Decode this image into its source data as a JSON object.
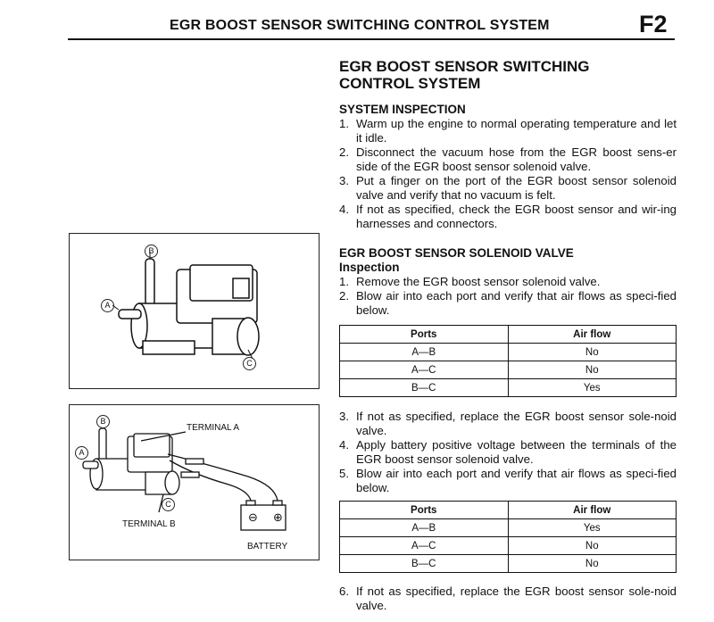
{
  "header": {
    "title": "EGR BOOST SENSOR SWITCHING CONTROL SYSTEM",
    "code": "F2"
  },
  "section": {
    "title_line1": "EGR BOOST SENSOR SWITCHING",
    "title_line2": "CONTROL SYSTEM"
  },
  "system_inspection": {
    "heading": "SYSTEM INSPECTION",
    "steps": [
      "Warm up the engine to normal operating temperature and let it idle.",
      "Disconnect the vacuum hose from the EGR boost sens-er side of the EGR boost sensor solenoid valve.",
      "Put a finger on the port of the EGR boost sensor solenoid valve and verify that no vacuum is felt.",
      "If not as specified, check the EGR boost sensor and wir-ing harnesses and connectors."
    ]
  },
  "solenoid_valve": {
    "heading": "EGR BOOST SENSOR SOLENOID VALVE",
    "subheading": "Inspection",
    "steps_a": [
      "Remove the EGR boost sensor solenoid valve.",
      "Blow air into each port and verify that air flows as speci-fied below."
    ],
    "steps_b": [
      "If not as specified, replace the EGR boost sensor sole-noid valve.",
      "Apply battery positive voltage between the terminals of the EGR boost sensor solenoid valve.",
      "Blow air into each port and verify that air flows as speci-fied below."
    ],
    "steps_c": [
      "If not as specified, replace the EGR boost sensor sole-noid valve."
    ]
  },
  "table1": {
    "headers": [
      "Ports",
      "Air flow"
    ],
    "rows": [
      [
        "A—B",
        "No"
      ],
      [
        "A—C",
        "No"
      ],
      [
        "B—C",
        "Yes"
      ]
    ]
  },
  "table2": {
    "headers": [
      "Ports",
      "Air flow"
    ],
    "rows": [
      [
        "A—B",
        "Yes"
      ],
      [
        "A—C",
        "No"
      ],
      [
        "B—C",
        "No"
      ]
    ]
  },
  "figure1": {
    "port_a": "A",
    "port_b": "B",
    "port_c": "C"
  },
  "figure2": {
    "port_a": "A",
    "port_b": "B",
    "port_c": "C",
    "terminal_a": "TERMINAL A",
    "terminal_b": "TERMINAL B",
    "battery": "BATTERY",
    "minus": "⊖",
    "plus": "⊕"
  }
}
